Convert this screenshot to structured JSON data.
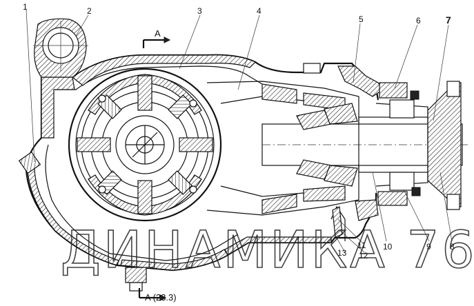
{
  "callouts": [
    "1",
    "2",
    "3",
    "4",
    "5",
    "6",
    "7",
    "8",
    "9",
    "10",
    "11",
    "12",
    "13"
  ],
  "section_mark_top": "A",
  "section_mark_bottom": "A (23.3)",
  "watermark": "ДИНАМИКА 76"
}
